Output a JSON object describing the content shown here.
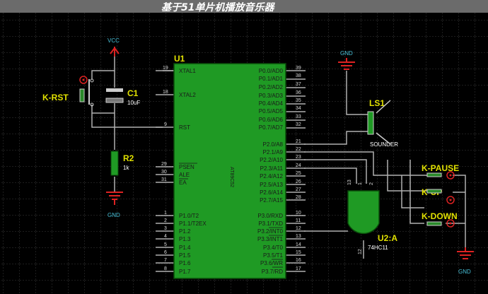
{
  "title": "基于51单片机播放音乐器",
  "power": {
    "vcc": "VCC",
    "gnd": "GND"
  },
  "components": {
    "krst": "K-RST",
    "c1": "C1",
    "c1_value": "10uF",
    "r2": "R2",
    "r2_value": "1k",
    "ls1": "LS1",
    "ls1_value": "SOUNDER",
    "u2a": "U2:A",
    "u2a_value": "74HC11",
    "kpause": "K-PAUSE",
    "kup": "K-UP",
    "kdown": "K-DOWN"
  },
  "u1": {
    "ref": "U1",
    "part": "AT89C52",
    "left": [
      {
        "name": "XTAL1",
        "num": "19"
      },
      {
        "name": "XTAL2",
        "num": "18"
      },
      {
        "name": "RST",
        "num": "9"
      },
      {
        "name": "PSEN",
        "num": "29"
      },
      {
        "name": "ALE",
        "num": "30"
      },
      {
        "name": "EA",
        "num": "31"
      },
      {
        "name": "P1.0/T2",
        "num": "1"
      },
      {
        "name": "P1.1/T2EX",
        "num": "2"
      },
      {
        "name": "P1.2",
        "num": "3"
      },
      {
        "name": "P1.3",
        "num": "4"
      },
      {
        "name": "P1.4",
        "num": "5"
      },
      {
        "name": "P1.5",
        "num": "6"
      },
      {
        "name": "P1.6",
        "num": "7"
      },
      {
        "name": "P1.7",
        "num": "8"
      }
    ],
    "right": [
      {
        "name": "P0.0/AD0",
        "num": "39"
      },
      {
        "name": "P0.1/AD1",
        "num": "38"
      },
      {
        "name": "P0.2/AD2",
        "num": "37"
      },
      {
        "name": "P0.3/AD3",
        "num": "36"
      },
      {
        "name": "P0.4/AD4",
        "num": "35"
      },
      {
        "name": "P0.5/AD5",
        "num": "34"
      },
      {
        "name": "P0.6/AD6",
        "num": "33"
      },
      {
        "name": "P0.7/AD7",
        "num": "32"
      },
      {
        "name": "P2.0/A8",
        "num": "21"
      },
      {
        "name": "P2.1/A9",
        "num": "22"
      },
      {
        "name": "P2.2/A10",
        "num": "23"
      },
      {
        "name": "P2.3/A11",
        "num": "24"
      },
      {
        "name": "P2.4/A12",
        "num": "25"
      },
      {
        "name": "P2.5/A13",
        "num": "26"
      },
      {
        "name": "P2.6/A14",
        "num": "27"
      },
      {
        "name": "P2.7/A15",
        "num": "28"
      },
      {
        "name": "P3.0/RXD",
        "num": "10"
      },
      {
        "name": "P3.1/TXD",
        "num": "11"
      },
      {
        "name": "P3.2/INT0",
        "num": "12"
      },
      {
        "name": "P3.3/INT1",
        "num": "13"
      },
      {
        "name": "P3.4/T0",
        "num": "14"
      },
      {
        "name": "P3.5/T1",
        "num": "15"
      },
      {
        "name": "P3.6/WR",
        "num": "16"
      },
      {
        "name": "P3.7/RD",
        "num": "17"
      }
    ]
  },
  "u2": {
    "pins": [
      "13",
      "1",
      "2",
      "12"
    ]
  },
  "colors": {
    "background": "#000000",
    "chip_fill": "#1f9a24",
    "label_yellow": "#e0e000",
    "power_red": "#dd2222",
    "power_label": "#48c0d8",
    "wire": "#b0b0b0"
  }
}
